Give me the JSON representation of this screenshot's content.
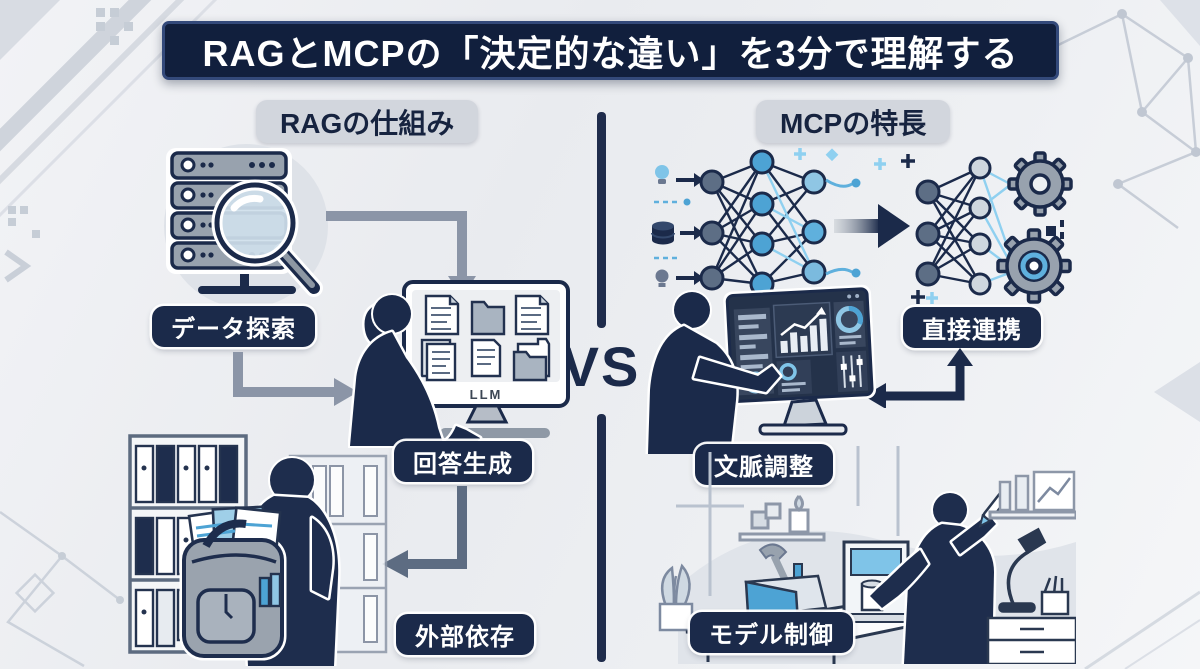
{
  "title": {
    "text": "RAGとMCPの「決定的な違い」を3分で理解する"
  },
  "vs": "VS",
  "rag": {
    "header": "RAGの仕組み",
    "label_data_search": "データ探索",
    "label_answer_gen": "回答生成",
    "label_external_dep": "外部依存",
    "monitor_tag": "LLM"
  },
  "mcp": {
    "header": "MCPの特長",
    "label_direct_link": "直接連携",
    "label_context_adjust": "文脈調整",
    "label_model_control": "モデル制御"
  },
  "colors": {
    "navy": "#1b2a4a",
    "banner_bg": "#111f3d",
    "pill_bg": "#1b2a4a",
    "pill_text": "#ffffff",
    "header_pill_bg": "#d2d6dd",
    "accent_blue": "#4da3d4",
    "light_blue": "#8fd0f0",
    "arrow_gray": "#8b95a7",
    "background": "#eef0f3"
  }
}
